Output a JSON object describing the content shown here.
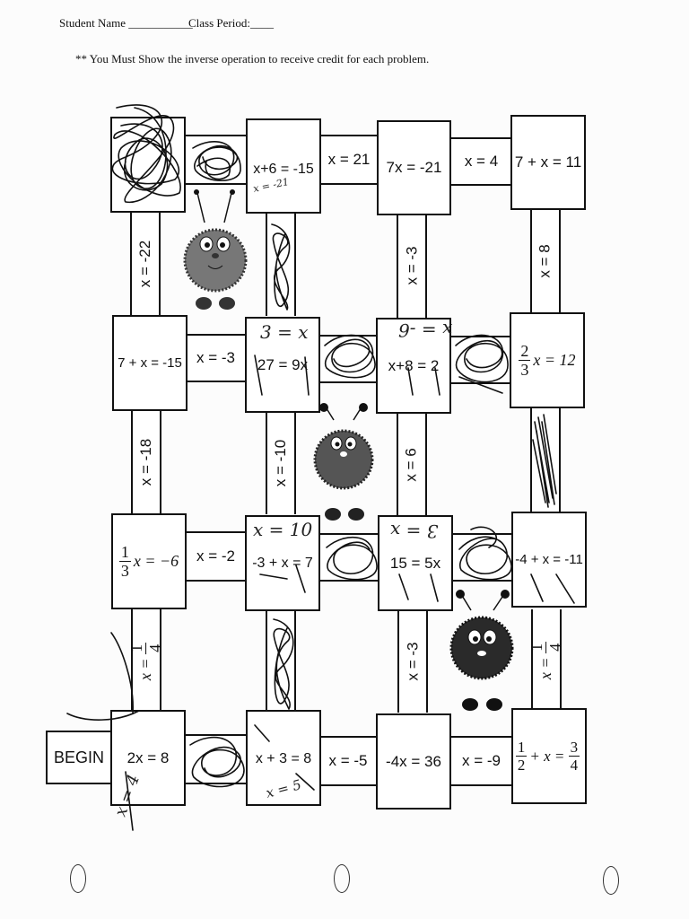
{
  "header": {
    "student_name": "Student Name ___________",
    "class_period": "Class Period:____",
    "instruction": "** You Must Show the inverse operation to receive credit for each problem."
  },
  "maze": {
    "row1": {
      "box2": "x+6 = -15",
      "conn_a": "x = 21",
      "box3": "7x = -21",
      "conn_b": "x = 4",
      "box4": "7 + x = 11"
    },
    "col_r1": {
      "v1": "x = -22",
      "v3": "x = -3",
      "v4": "x = 8"
    },
    "row2": {
      "box1": "7 + x = -15",
      "conn_a": "x = -3",
      "box2": "27 = 9x",
      "box3": "x+8 = 2",
      "box4_num": "2",
      "box4_den": "3",
      "box4_rest": "x = 12"
    },
    "col_r2": {
      "v1": "x = -18",
      "v2": "x = -10",
      "v3": "x = 6"
    },
    "row3": {
      "box1_num": "1",
      "box1_den": "3",
      "box1_rest": "x = −6",
      "conn_a": "x = -2",
      "box2": "-3 + x = 7",
      "box3": "15 = 5x",
      "box4": "-4 + x = -11"
    },
    "col_r3": {
      "v1_pre": "x =",
      "v1_num": "1",
      "v1_den": "4",
      "v3": "x = -3",
      "v4_pre": "x =",
      "v4_num": "1",
      "v4_den": "4"
    },
    "row4": {
      "begin": "BEGIN",
      "box1": "2x = 8",
      "box2": "x + 3 = 8",
      "conn_a": "x = -5",
      "box3": "-4x = 36",
      "conn_b": "x = -9",
      "box4_num1": "1",
      "box4_den1": "2",
      "box4_mid": "+ x =",
      "box4_num2": "3",
      "box4_den2": "4"
    }
  },
  "handwriting": {
    "r1b2_work": "x = -21",
    "r2b2_top": "3 = x",
    "r2b3_top": "x = -6",
    "r3b2_top": "x = 10",
    "r3b3_top": "3 = x",
    "r4b1_side": "x = 4",
    "r4b2_low": "x = 5"
  },
  "colors": {
    "ink": "#111111",
    "paper": "#ffffff",
    "pencil": "#222222"
  },
  "icons": [
    "fuzzy-monster-icon",
    "scribble-mark"
  ]
}
